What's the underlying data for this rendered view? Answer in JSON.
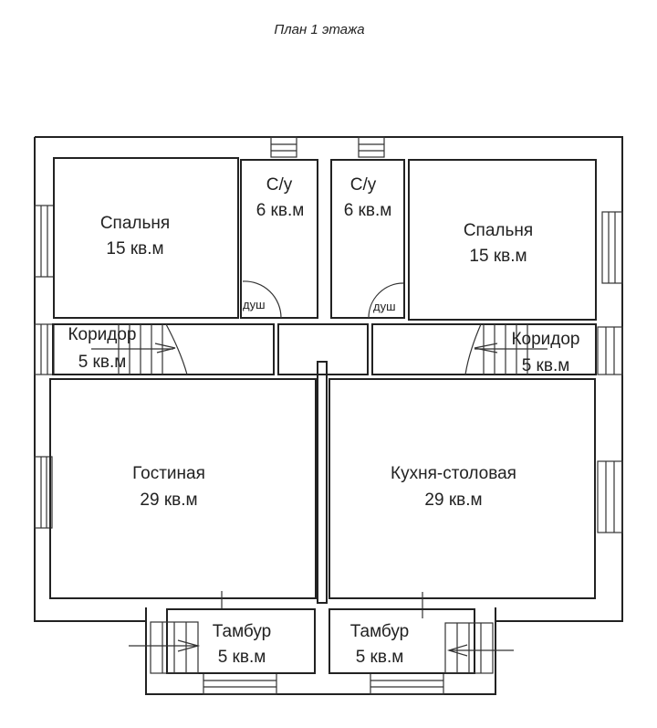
{
  "title": "План 1 этажа",
  "rooms": {
    "bedroom_left": {
      "name": "Спальня",
      "area": "15 кв.м"
    },
    "bathroom_left": {
      "name": "С/у",
      "area": "6 кв.м",
      "shower": "душ"
    },
    "bathroom_right": {
      "name": "С/у",
      "area": "6 кв.м",
      "shower": "душ"
    },
    "bedroom_right": {
      "name": "Спальня",
      "area": "15 кв.м"
    },
    "corridor_left": {
      "name": "Коридор",
      "area": "5 кв.м"
    },
    "corridor_right": {
      "name": "Коридор",
      "area": "5 кв.м"
    },
    "living": {
      "name": "Гостиная",
      "area": "29 кв.м"
    },
    "kitchen": {
      "name": "Кухня-столовая",
      "area": "29 кв.м"
    },
    "vestibule_left": {
      "name": "Тамбур",
      "area": "5 кв.м"
    },
    "vestibule_right": {
      "name": "Тамбур",
      "area": "5 кв.м"
    }
  }
}
